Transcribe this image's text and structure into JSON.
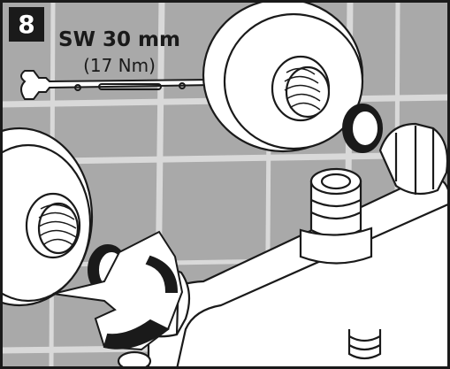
{
  "step": {
    "number": "8"
  },
  "tool_spec": {
    "wrench_size": "SW 30 mm",
    "torque": "(17 Nm)"
  },
  "colors": {
    "tile": "#a9a9a9",
    "grout": "#d9d9d9",
    "line": "#1a1a1a",
    "part_fill": "#ffffff",
    "tape_dark": "#1a1a1a"
  },
  "icons": {
    "wrench": "open-end-wrench-icon",
    "tape": "sealing-tape-icon"
  }
}
